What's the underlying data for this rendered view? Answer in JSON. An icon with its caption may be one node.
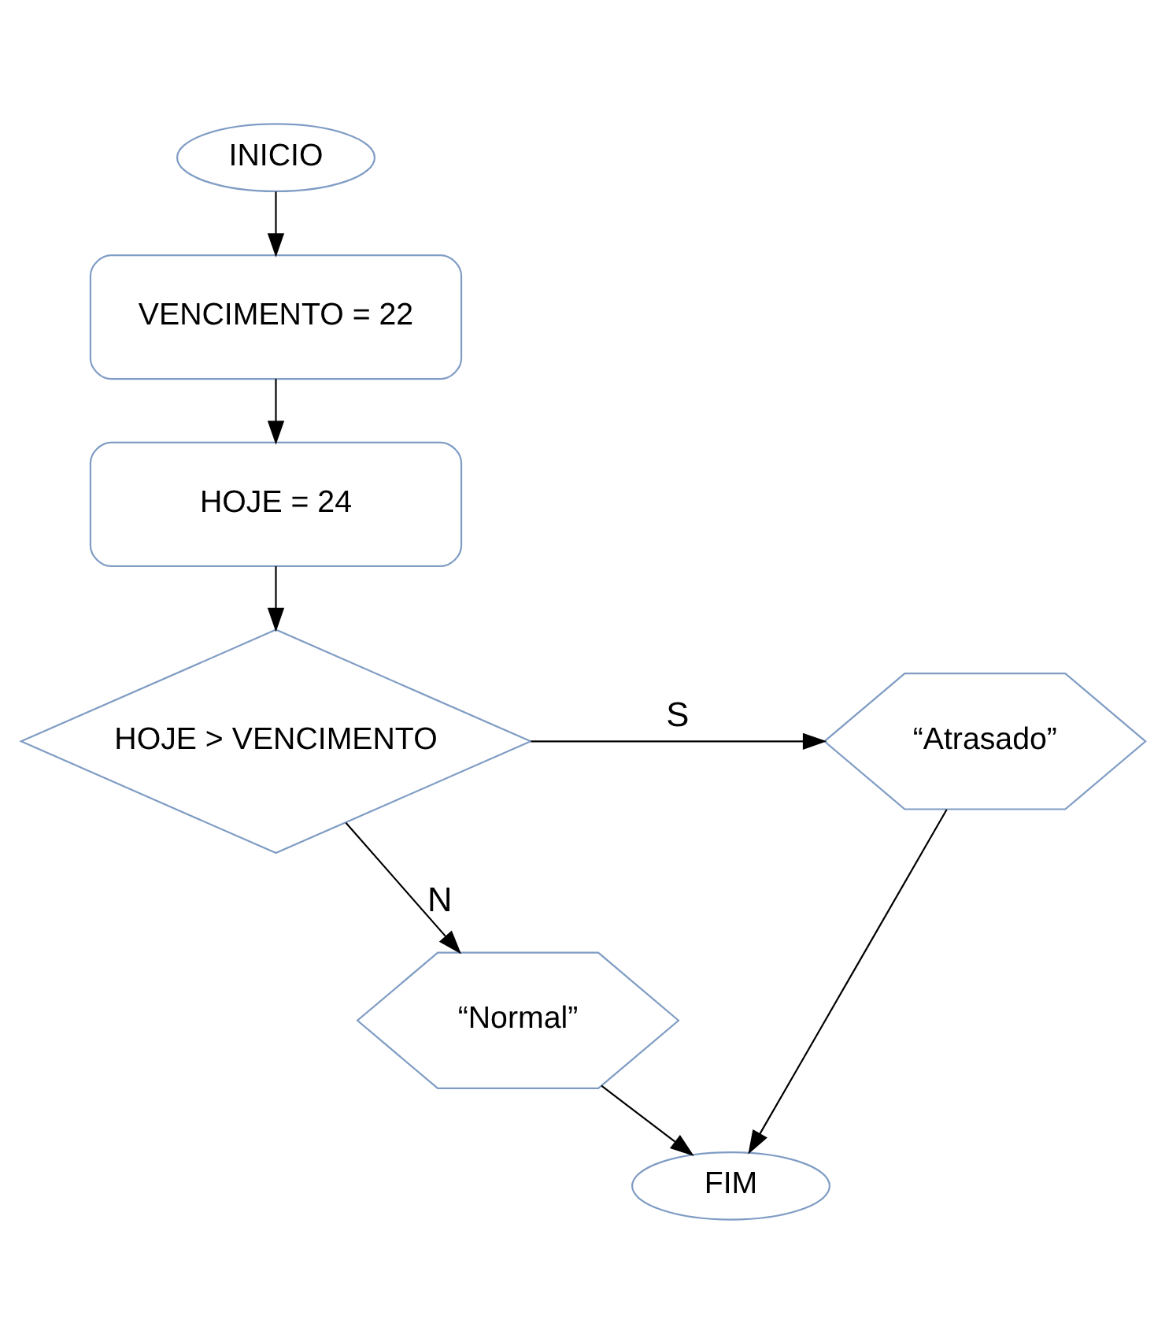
{
  "diagram": {
    "nodes": [
      {
        "text": [
          "INICIO"
        ]
      },
      {
        "text": [
          "VENCIMENTO = 22"
        ]
      },
      {
        "text": [
          "HOJE = 24"
        ]
      },
      {
        "text": [
          "HOJE > VENCIMENTO"
        ]
      },
      {
        "text": [
          "“Atrasado”"
        ]
      },
      {
        "text": [
          "“Normal”"
        ]
      },
      {
        "text": [
          "FIM"
        ]
      }
    ],
    "edges": [
      {
        "from": 0,
        "to": 1,
        "arrow": "to"
      },
      {
        "from": 1,
        "to": 2,
        "arrow": "to"
      },
      {
        "from": 2,
        "to": 3,
        "arrow": "to"
      },
      {
        "from": 3,
        "to": 4,
        "arrow": "to",
        "label": "S"
      },
      {
        "from": 3,
        "to": 5,
        "arrow": "to",
        "label": "N"
      },
      {
        "from": 5,
        "to": 6,
        "arrow": "to"
      },
      {
        "from": 4,
        "to": 6,
        "arrow": "to"
      }
    ]
  }
}
